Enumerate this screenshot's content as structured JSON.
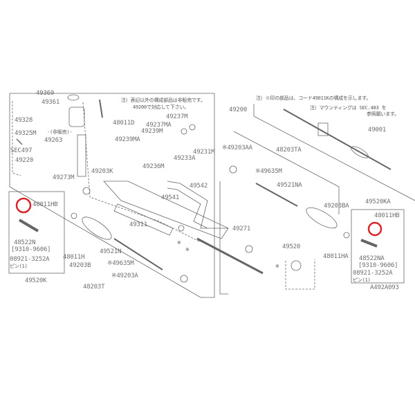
{
  "diagram": {
    "ref_code": "A492A093",
    "notes": {
      "note1_line1": "注）表記以外の構成部品は非販売です。",
      "note1_line2": "49200で対応して下さい。",
      "note2": "注）※印の部品は、コード49011Kの構成を示します。",
      "note3_line1": "注）マウンティングは SEC.483 を",
      "note3_line2": "参照願います。",
      "not_sold": "-(非販売)-"
    },
    "labels": {
      "p49369": "49369",
      "p49361": "49361",
      "p49328": "49328",
      "p49325M": "49325M",
      "p49263": "49263",
      "sec497": "SEC497",
      "p49220": "49220",
      "p48011D": "48011D",
      "p49237M": "49237M",
      "p49237MA": "49237MA",
      "p49239M": "49239M",
      "p49239MA": "49239MA",
      "p49231M": "49231M",
      "p49233A": "49233A",
      "p49236M": "49236M",
      "p49273M": "49273M",
      "p49203K": "49203K",
      "p49542": "49542",
      "p49541": "49541",
      "p49311": "49311",
      "p49271": "49271",
      "p49200": "49200",
      "p49001": "49001",
      "p49203AA": "※49203AA",
      "p48203TA": "48203TA",
      "p49635M_r": "※49635M",
      "p49521NA": "49521NA",
      "p49203BA": "49203BA",
      "p49520KA": "49520KA",
      "p48011HB_r": "48011HB",
      "p48011HA": "48011HA",
      "p48522NA": "48522NA",
      "date_r": "[9310-9606]",
      "p08921_r": "08921-3252A",
      "pin_r": "ピン(1)",
      "p49520": "49520",
      "p48011HB_l": "48011HB",
      "p48522N": "48522N",
      "date_l": "[9310-9606]",
      "p08921_l": "08921-3252A",
      "pin_l": "ピン(1)",
      "p49520K": "49520K",
      "p48011H": "48011H",
      "p49203B": "49203B",
      "p48203T": "48203T",
      "p49521N": "49521N",
      "p49635M_l": "※49635M",
      "p49203A": "※49203A",
      "star1": "※",
      "star2": "※",
      "star3": "※"
    },
    "colors": {
      "line": "#666666",
      "highlight": "#d9252a",
      "text": "#6f6f6f"
    }
  }
}
